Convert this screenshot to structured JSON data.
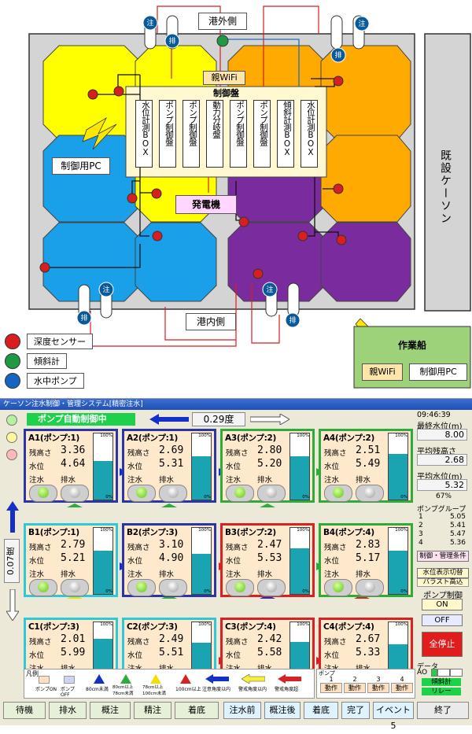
{
  "diagram": {
    "port_outside": "港外側",
    "port_inside": "港内側",
    "existing_caisson": "既設ケーソン",
    "parent_wifi": "親WiFi",
    "control_panel_title": "制御盤",
    "control_pc": "制御用PC",
    "generator": "発電機",
    "inject_mark": "注",
    "drain_mark": "排",
    "panel_boxes": [
      "水位計測BOX",
      "ポンプ制御盤",
      "ポンプ制御盤",
      "動力分岐盤",
      "ポンプ制御盤",
      "ポンプ制御盤",
      "傾斜計測BOX",
      "水位計測BOX"
    ],
    "legend": [
      {
        "label": "深度センサー",
        "color": "#d81e1e"
      },
      {
        "label": "傾斜計",
        "color": "#1f9a44"
      },
      {
        "label": "水中ポンプ",
        "color": "#1565c0"
      }
    ],
    "work_ship": {
      "title": "作業船",
      "wifi": "親WiFi",
      "pc": "制御用PC"
    }
  },
  "app": {
    "window_title": "ケーソン注水制御・管理システム[精密注水]",
    "mode_banner": "ポンプ自動制御中",
    "tilt_x": "0.29度",
    "tilt_y": "0.07度",
    "time": "09:46:39",
    "final_level_label": "最終水位(m)",
    "final_level": "8.00",
    "avg_remaining_label": "平均残高さ(m)",
    "avg_remaining": "2.68",
    "avg_level_label": "平均水位(m)",
    "avg_level": "5.32",
    "avg_level_pct": "67%",
    "pump_group_label": "ポンプグループ",
    "pump_groups": [
      {
        "id": "1",
        "value": "5.05"
      },
      {
        "id": "2",
        "value": "5.41"
      },
      {
        "id": "3",
        "value": "5.47"
      },
      {
        "id": "4",
        "value": "5.36"
      }
    ],
    "control_condition_btn": "制御・管理条件",
    "water_level_switch_btn": "水位表示切替",
    "ballast_label": "バラスト高込",
    "pump_control_label": "ポンプ制御",
    "on_btn": "ON",
    "off_btn": "OFF",
    "all_stop_btn": "全停止",
    "data_label": "データ",
    "ao_label": "AO",
    "tilt_meter_label": "傾斜計",
    "relay_label": "リレー",
    "tile_labels": {
      "remaining": "残高さ",
      "level": "水位",
      "inject": "注水",
      "drain": "排水",
      "g100": "100%",
      "g0": "0%"
    },
    "tiles": [
      {
        "name": "A1(ポンプ:1)",
        "remaining": "3.36",
        "level": "4.64",
        "border": "#2b35a6",
        "inject_on": true,
        "drain_on": false,
        "fill_pct": 58
      },
      {
        "name": "A2(ポンプ:1)",
        "remaining": "2.69",
        "level": "5.31",
        "border": "#2b35a6",
        "inject_on": true,
        "drain_on": false,
        "fill_pct": 66
      },
      {
        "name": "A3(ポンプ:2)",
        "remaining": "2.80",
        "level": "5.20",
        "border": "#2eab3a",
        "inject_on": true,
        "drain_on": false,
        "fill_pct": 65
      },
      {
        "name": "A4(ポンプ:2)",
        "remaining": "2.51",
        "level": "5.49",
        "border": "#2eab3a",
        "inject_on": true,
        "drain_on": false,
        "fill_pct": 69
      },
      {
        "name": "B1(ポンプ:1)",
        "remaining": "2.79",
        "level": "5.21",
        "border": "#2fc8d8",
        "inject_on": true,
        "drain_on": false,
        "fill_pct": 65
      },
      {
        "name": "B2(ポンプ:3)",
        "remaining": "3.10",
        "level": "4.90",
        "border": "#2b35a6",
        "inject_on": true,
        "drain_on": false,
        "fill_pct": 61
      },
      {
        "name": "B3(ポンプ:2)",
        "remaining": "2.47",
        "level": "5.53",
        "border": "#d62222",
        "inject_on": true,
        "drain_on": false,
        "fill_pct": 69
      },
      {
        "name": "B4(ポンプ:4)",
        "remaining": "2.83",
        "level": "5.17",
        "border": "#2eab3a",
        "inject_on": true,
        "drain_on": false,
        "fill_pct": 65
      },
      {
        "name": "C1(ポンプ:3)",
        "remaining": "2.01",
        "level": "5.99",
        "border": "#2fc8d8",
        "inject_on": true,
        "drain_on": false,
        "fill_pct": 75
      },
      {
        "name": "C2(ポンプ:3)",
        "remaining": "2.49",
        "level": "5.51",
        "border": "#2fc8d8",
        "inject_on": true,
        "drain_on": false,
        "fill_pct": 69
      },
      {
        "name": "C3(ポンプ:4)",
        "remaining": "2.42",
        "level": "5.58",
        "border": "#d62222",
        "inject_on": true,
        "drain_on": false,
        "fill_pct": 70
      },
      {
        "name": "C4(ポンプ:4)",
        "remaining": "2.67",
        "level": "5.33",
        "border": "#d62222",
        "inject_on": true,
        "drain_on": false,
        "fill_pct": 67
      }
    ],
    "legend_title": "凡例",
    "legend_items": [
      "ポンプON",
      "ポンプOFF",
      "80cm未満",
      "80cm以上78cm未満",
      "78cm以上100cm未満",
      "100cm以上",
      "注意角度以内",
      "警戒角度以内",
      "警戒角度超"
    ],
    "pump_status_title": "ポンプ",
    "pump_status": [
      {
        "id": "1",
        "state": "動作"
      },
      {
        "id": "2",
        "state": "動作"
      },
      {
        "id": "3",
        "state": "動作"
      },
      {
        "id": "4",
        "state": "動作"
      }
    ],
    "bottom_buttons": [
      "待機",
      "排水",
      "概注",
      "精注",
      "着底",
      "注水前",
      "概注後",
      "着底",
      "完了",
      "イベント5",
      "終了"
    ]
  }
}
